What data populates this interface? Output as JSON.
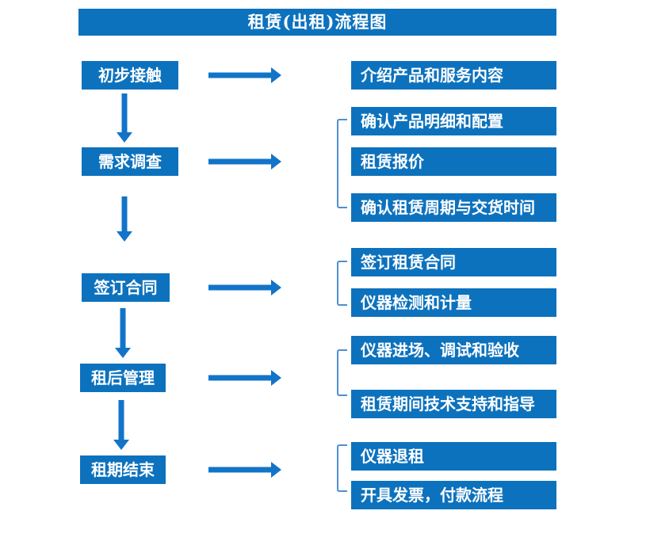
{
  "title": "租赁(出租)流程图",
  "colors": {
    "box_blue": "#0d72bd",
    "arrow_blue": "#1274c8",
    "bracket_blue": "#4f8fd0",
    "text_white": "#ffffff"
  },
  "groups": [
    {
      "step": "初步接触",
      "items": [
        "介绍产品和服务内容"
      ]
    },
    {
      "step": "需求调查",
      "items": [
        "确认产品明细和配置",
        "租赁报价",
        "确认租赁周期与交货时间"
      ]
    },
    {
      "step": "签订合同",
      "items": [
        "签订租赁合同",
        "仪器检测和计量"
      ]
    },
    {
      "step": "租后管理",
      "items": [
        "仪器进场、调试和验收",
        "租赁期间技术支持和指导"
      ]
    },
    {
      "step": "租期结束",
      "items": [
        "仪器退租",
        "开具发票，付款流程"
      ]
    }
  ]
}
